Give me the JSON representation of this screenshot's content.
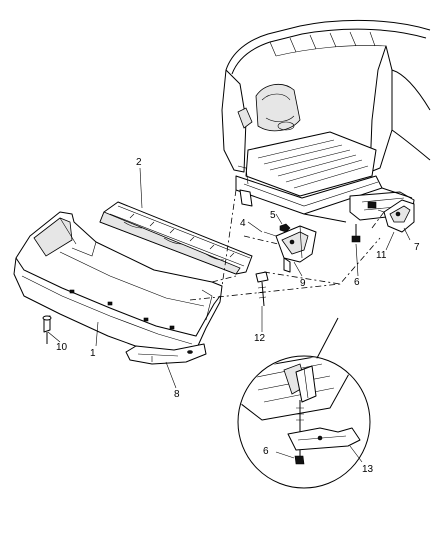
{
  "callouts": {
    "c1": "1",
    "c2": "2",
    "c4": "4",
    "c5": "5",
    "c6": "6",
    "c7": "7",
    "c8": "8",
    "c9": "9",
    "c10": "10",
    "c11": "11",
    "c12": "12",
    "c13": "13",
    "c6b": "6"
  }
}
